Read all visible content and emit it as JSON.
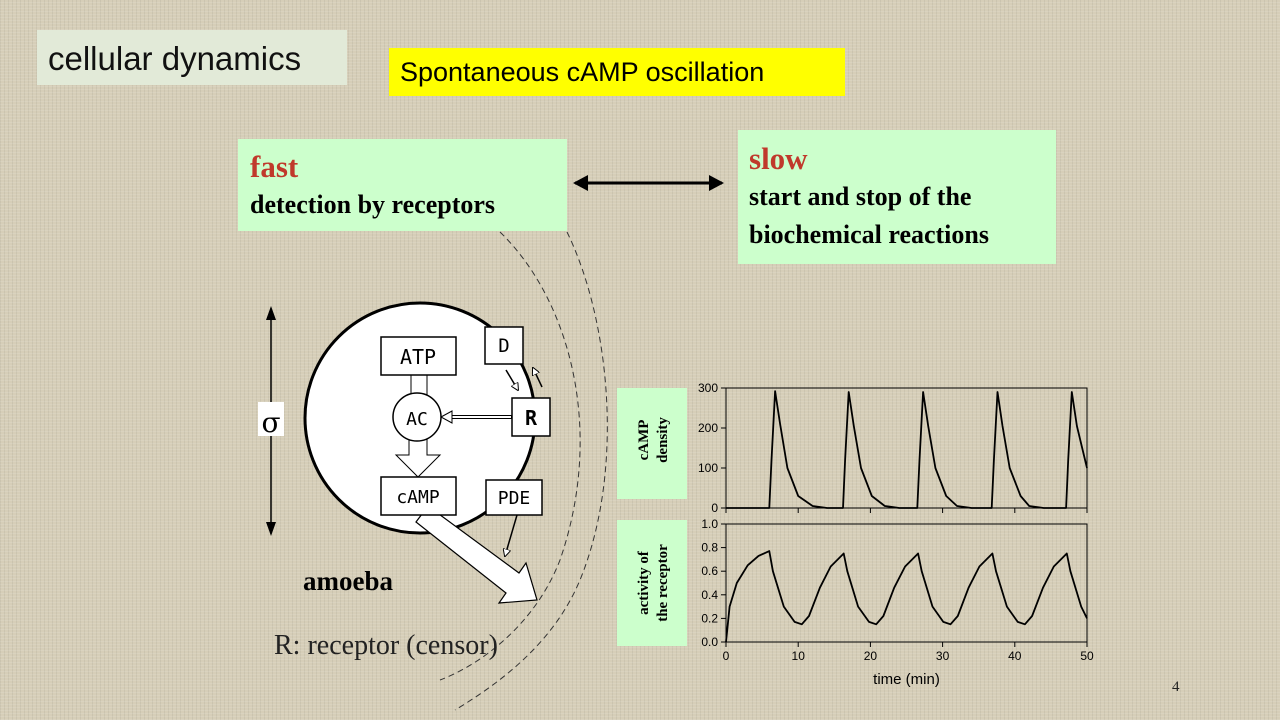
{
  "section_tag": "cellular  dynamics",
  "title": "Spontaneous  cAMP oscillation",
  "fast": {
    "heading": "fast",
    "text": "detection by receptors"
  },
  "slow": {
    "heading": "slow",
    "line1": "start and stop of the",
    "line2": "biochemical reactions"
  },
  "cell": {
    "sigma": "σ",
    "atp": "ATP",
    "ac": "AC",
    "r": "R",
    "d": "D",
    "camp": "cAMP",
    "pde": "PDE",
    "label": "amoeba",
    "note": "R: receptor (censor)"
  },
  "page_number": "4",
  "chart_data": [
    {
      "type": "line",
      "ylabel_lines": [
        "cAMP",
        "density"
      ],
      "ylim": [
        0,
        300
      ],
      "yticks": [
        "0",
        "100",
        "200",
        "300"
      ],
      "xlim": [
        0,
        50
      ],
      "xticks": [
        "0",
        "10",
        "20",
        "30",
        "40",
        "50"
      ],
      "series": [
        {
          "x": [
            0,
            6.0,
            6.3,
            6.8,
            7.5,
            8.5,
            10,
            12,
            14,
            16.2,
            16.5,
            17.0,
            17.7,
            18.7,
            20.2,
            22,
            24,
            26.5,
            26.8,
            27.3,
            28.0,
            29.0,
            30.5,
            32,
            34,
            36.8,
            37.1,
            37.6,
            38.3,
            39.3,
            40.8,
            42,
            44,
            47.1,
            47.4,
            47.9,
            48.6,
            49.6,
            50
          ],
          "y": [
            0,
            0,
            120,
            292,
            210,
            100,
            30,
            5,
            0,
            0,
            120,
            290,
            205,
            100,
            30,
            5,
            0,
            0,
            120,
            290,
            205,
            100,
            30,
            5,
            0,
            0,
            120,
            290,
            205,
            100,
            30,
            5,
            0,
            0,
            120,
            290,
            205,
            130,
            100
          ]
        }
      ]
    },
    {
      "type": "line",
      "ylabel_lines": [
        "activity of",
        "the receptor"
      ],
      "xlabel": "time (min)",
      "ylim": [
        0,
        1.0
      ],
      "yticks": [
        "0.0",
        "0.2",
        "0.4",
        "0.6",
        "0.8",
        "1.0"
      ],
      "xlim": [
        0,
        50
      ],
      "xticks": [
        "0",
        "10",
        "20",
        "30",
        "40",
        "50"
      ],
      "series": [
        {
          "x": [
            0,
            0.5,
            1.5,
            3,
            4.5,
            6.0,
            6.5,
            8,
            9.5,
            10.5,
            11.5,
            13,
            14.5,
            16.3,
            16.8,
            18.3,
            19.8,
            20.8,
            21.8,
            23.3,
            24.8,
            26.6,
            27.1,
            28.6,
            30.1,
            31.1,
            32.1,
            33.6,
            35.1,
            36.9,
            37.4,
            38.9,
            40.4,
            41.4,
            42.4,
            43.9,
            45.4,
            47.2,
            47.7,
            49.2,
            50
          ],
          "y": [
            0.0,
            0.3,
            0.5,
            0.65,
            0.73,
            0.77,
            0.6,
            0.3,
            0.17,
            0.15,
            0.22,
            0.46,
            0.64,
            0.75,
            0.6,
            0.3,
            0.17,
            0.15,
            0.22,
            0.46,
            0.64,
            0.75,
            0.6,
            0.3,
            0.17,
            0.15,
            0.22,
            0.46,
            0.64,
            0.75,
            0.6,
            0.3,
            0.17,
            0.15,
            0.22,
            0.46,
            0.64,
            0.75,
            0.6,
            0.3,
            0.2
          ]
        }
      ]
    }
  ]
}
